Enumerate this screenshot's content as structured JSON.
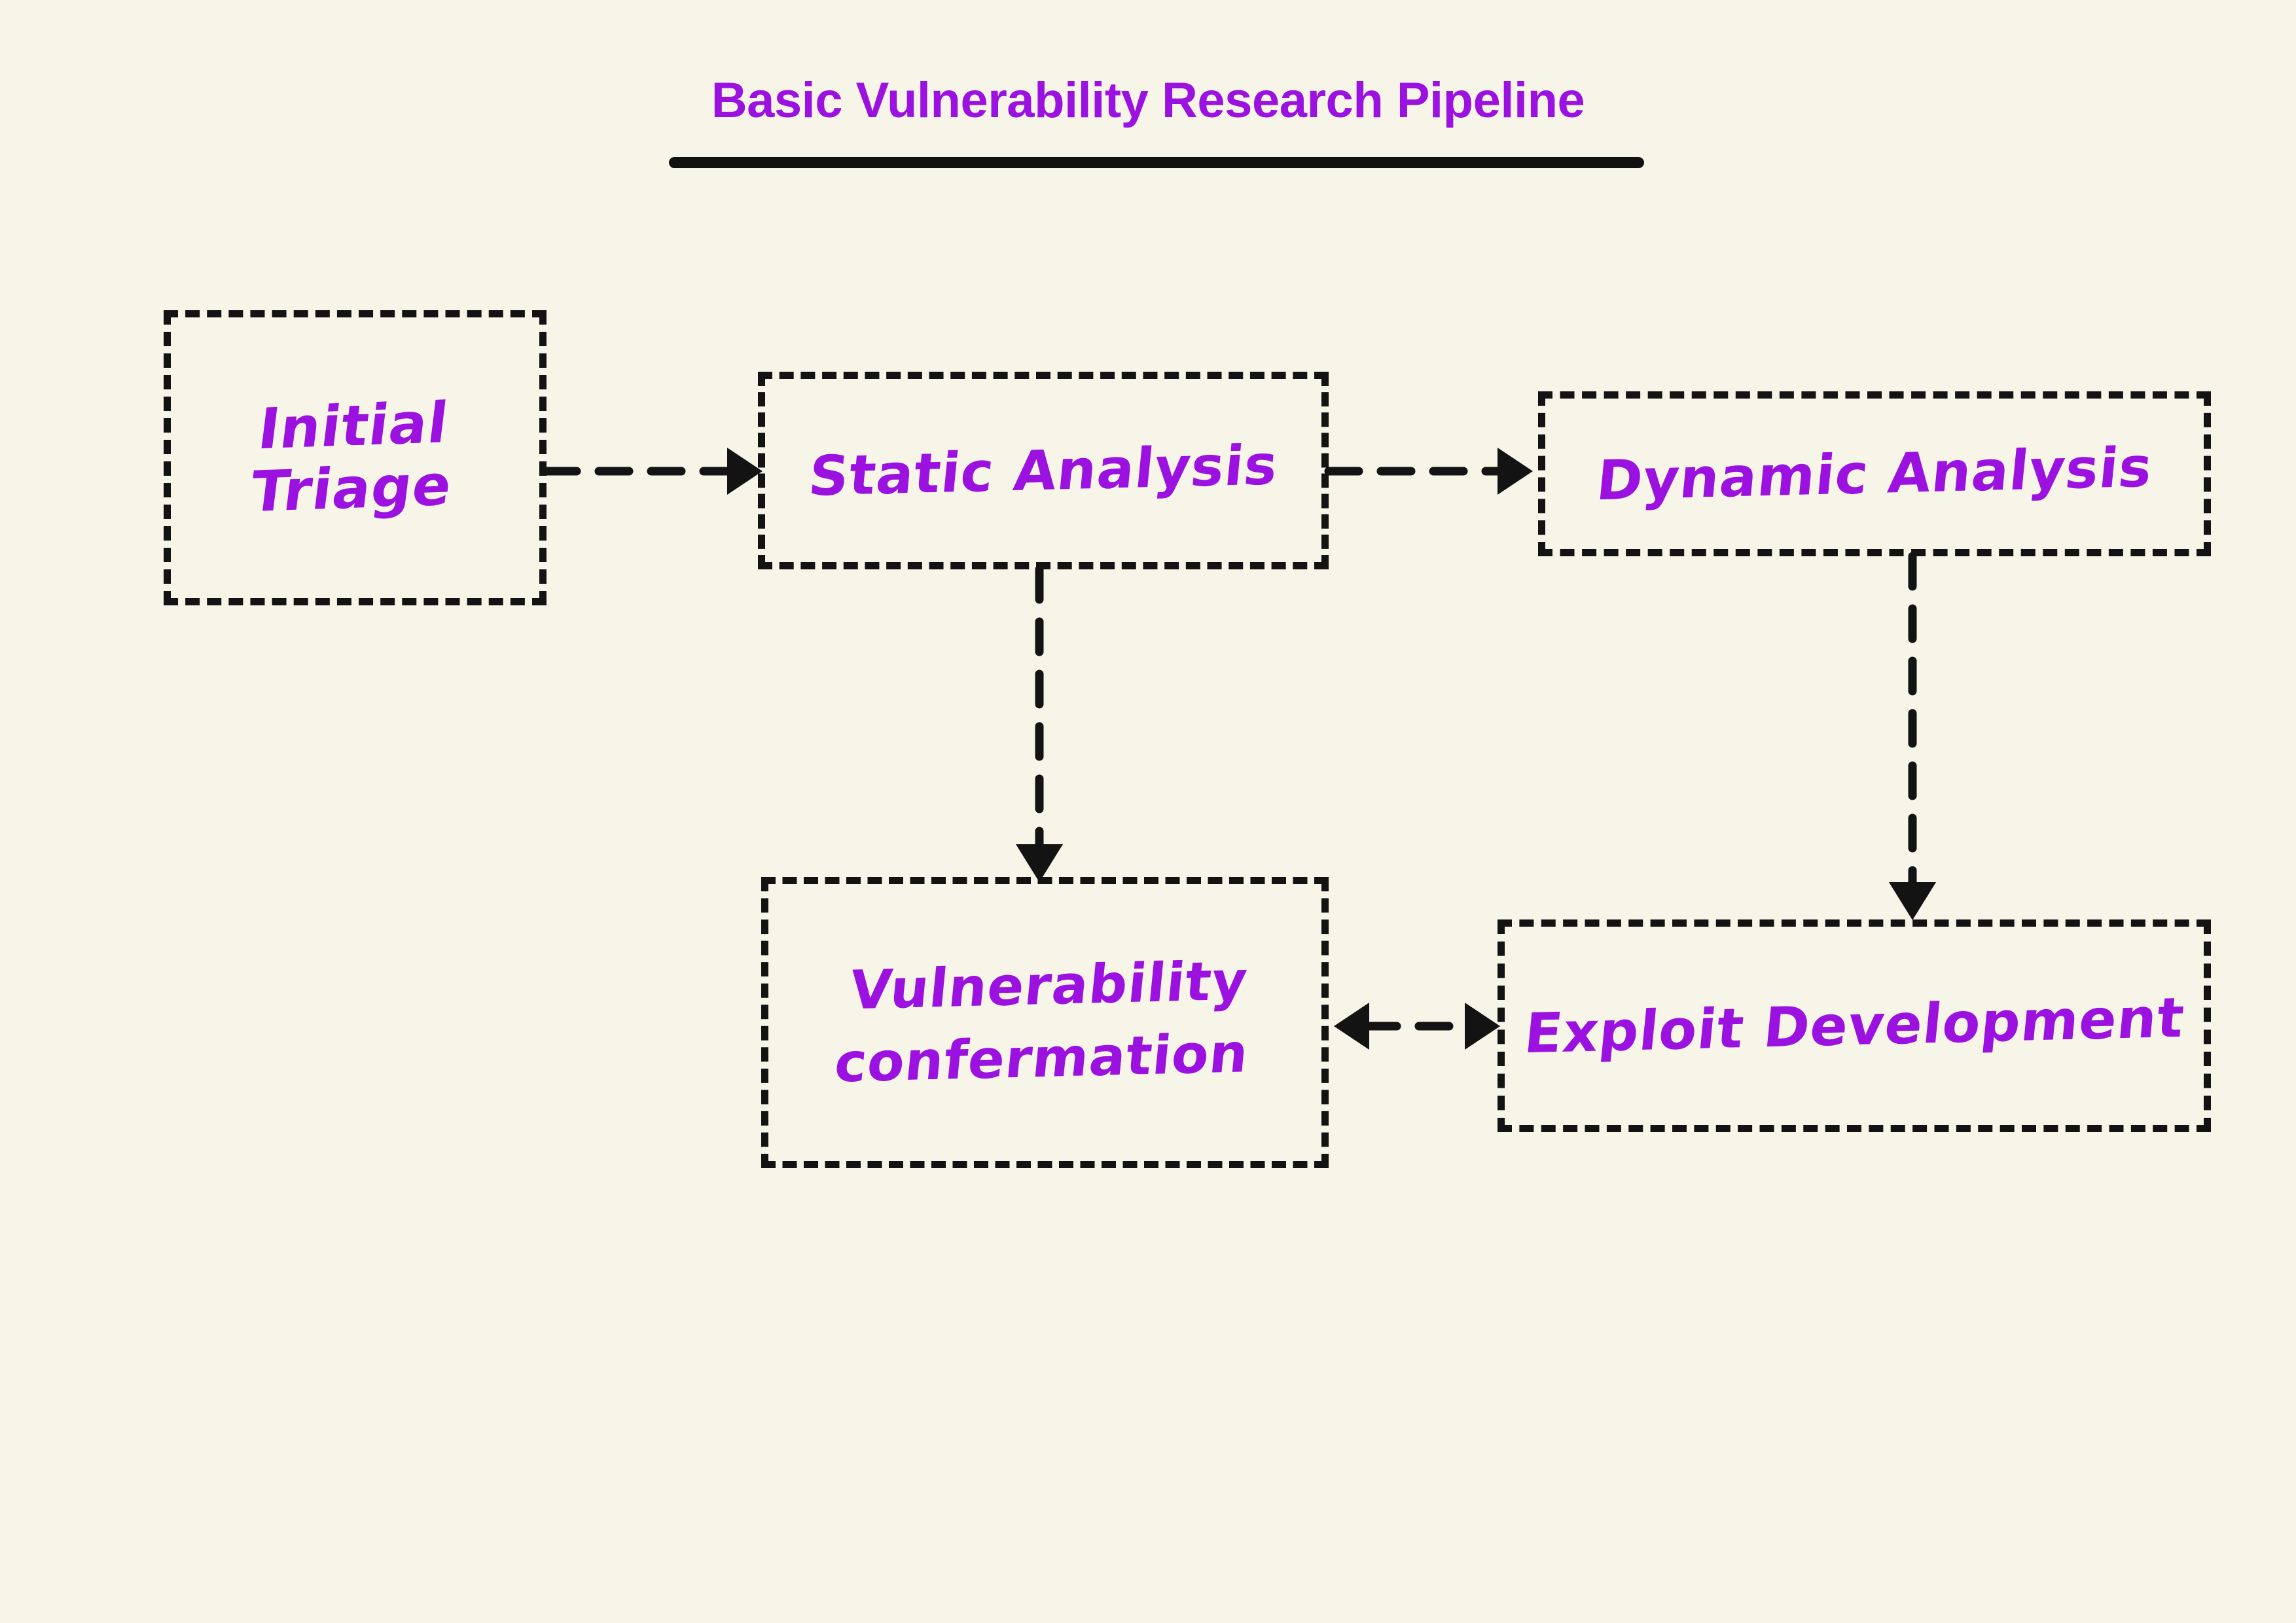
{
  "page": {
    "background_color": "#f7f4e8",
    "ink_color": "#9b11e0",
    "line_color": "#131313"
  },
  "title": {
    "text": "Basic Vulnerability Research Pipeline",
    "color": "#9b11e0",
    "has_underline": true
  },
  "diagram": {
    "type": "flowchart",
    "style": "hand-drawn whiteboard sketch, dashed rectangles, dashed arrows",
    "nodes": [
      {
        "id": "initial-triage",
        "label": "Initial\nTriage",
        "text_color": "#9b11e0",
        "border_style": "dashed",
        "border_color": "#131313"
      },
      {
        "id": "static-analysis",
        "label": "Static Analysis",
        "text_color": "#9b11e0",
        "border_style": "dashed",
        "border_color": "#131313"
      },
      {
        "id": "dynamic-analysis",
        "label": "Dynamic Analysis",
        "text_color": "#9b11e0",
        "border_style": "dashed",
        "border_color": "#131313"
      },
      {
        "id": "vulnerability-confirmation",
        "label": "Vulnerability\nconfermation",
        "text_color": "#9b11e0",
        "border_style": "dashed",
        "border_color": "#131313"
      },
      {
        "id": "exploit-development",
        "label": "Exploit Development",
        "text_color": "#9b11e0",
        "border_style": "dashed",
        "border_color": "#131313"
      }
    ],
    "edges": [
      {
        "id": "triage-to-static",
        "from": "initial-triage",
        "to": "static-analysis",
        "direction": "right",
        "arrowheads": "end",
        "style": "dashed"
      },
      {
        "id": "static-to-dynamic",
        "from": "static-analysis",
        "to": "dynamic-analysis",
        "direction": "right",
        "arrowheads": "end",
        "style": "dashed"
      },
      {
        "id": "static-to-vuln",
        "from": "static-analysis",
        "to": "vulnerability-confirmation",
        "direction": "down",
        "arrowheads": "end",
        "style": "dashed"
      },
      {
        "id": "dynamic-to-exploit",
        "from": "dynamic-analysis",
        "to": "exploit-development",
        "direction": "down",
        "arrowheads": "end",
        "style": "dashed"
      },
      {
        "id": "vuln-exploit-bidirectional",
        "from": "vulnerability-confirmation",
        "to": "exploit-development",
        "direction": "horizontal",
        "arrowheads": "both",
        "style": "dashed"
      }
    ]
  }
}
